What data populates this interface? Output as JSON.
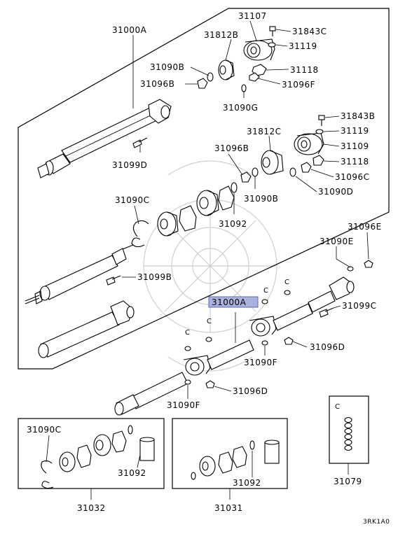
{
  "diagram": {
    "code": "3RK1A0",
    "highlighted_label": "31000A",
    "labels": {
      "l31000A_top": "31000A",
      "l31107": "31107",
      "l31812B": "31812B",
      "l31843C": "31843C",
      "l31119_a": "31119",
      "l31090B_a": "31090B",
      "l31118_a": "31118",
      "l31096B_a": "31096B",
      "l31096F": "31096F",
      "l31090G": "31090G",
      "l31843B": "31843B",
      "l31812C": "31812C",
      "l31119_b": "31119",
      "l31109": "31109",
      "l31096B_b": "31096B",
      "l31118_b": "31118",
      "l31099D": "31099D",
      "l31096C": "31096C",
      "l31090B_b": "31090B",
      "l31090D": "31090D",
      "l31090C_a": "31090C",
      "l31092_a": "31092",
      "l31096E": "31096E",
      "l31090E": "31090E",
      "l31099B": "31099B",
      "l31099C": "31099C",
      "l31096D_a": "31096D",
      "l31090F_a": "31090F",
      "l31096D_b": "31096D",
      "l31090F_b": "31090F",
      "l31090C_b": "31090C",
      "l31092_b": "31092",
      "l31092_c": "31092",
      "l31079": "31079",
      "l31032": "31032",
      "l31031": "31031",
      "c1": "C",
      "c2": "C",
      "c3": "C",
      "c4": "C",
      "c5": "C"
    }
  }
}
